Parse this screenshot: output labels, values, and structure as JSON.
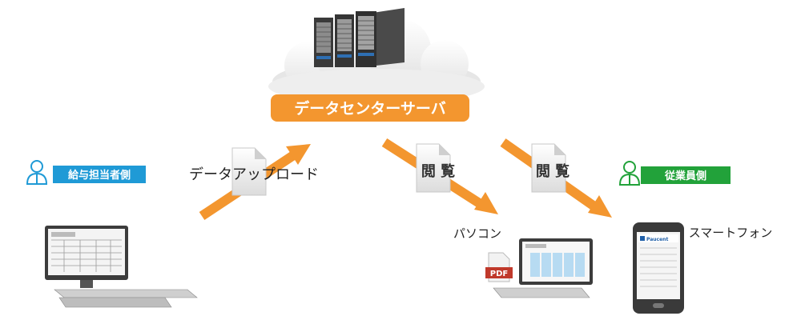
{
  "server": {
    "banner_label": "データセンターサーバ"
  },
  "payroll": {
    "badge_label": "給与担当者側"
  },
  "employee": {
    "badge_label": "従業員側"
  },
  "upload": {
    "label": "データアップロード"
  },
  "browse": {
    "label_left": "閲 覧",
    "label_right": "閲 覧"
  },
  "pc": {
    "label": "パソコン",
    "pdf_label": "PDF"
  },
  "phone": {
    "label": "スマートフォン",
    "brand": "Paucent"
  },
  "colors": {
    "orange": "#f3962f",
    "blue_badge": "#1f9ad6",
    "green_badge": "#22a23a",
    "server_dark": "#3d3d3d"
  }
}
